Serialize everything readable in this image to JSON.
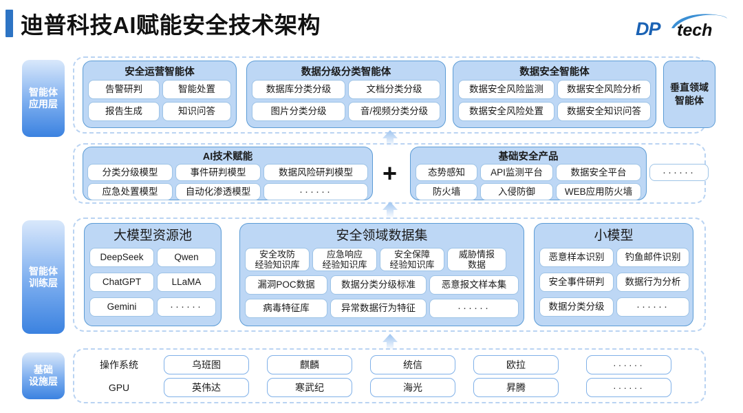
{
  "header": {
    "title": "迪普科技AI赋能安全技术架构",
    "logo_primary": "DP",
    "logo_secondary": "tech"
  },
  "colors": {
    "accent_bar": "#2d74c4",
    "panel_fill": "#bdd7f5",
    "panel_border": "#5b9bd5",
    "chip_border": "#9dc3e6",
    "dashed_border": "#b9d3f2",
    "tab_gradient_start": "#d9e8fb",
    "tab_gradient_end": "#3b82e0",
    "logo_blue": "#1a62b4"
  },
  "layers": [
    {
      "id": "application",
      "label": "智能体\n应用层"
    },
    {
      "id": "training",
      "label": "智能体\n训练层"
    },
    {
      "id": "infra",
      "label": "基础\n设施层"
    }
  ],
  "application_layer": {
    "groups": [
      {
        "title": "安全运营智能体",
        "items": [
          "告警研判",
          "智能处置",
          "报告生成",
          "知识问答"
        ]
      },
      {
        "title": "数据分级分类智能体",
        "items": [
          "数据库分类分级",
          "文档分类分级",
          "图片分类分级",
          "音/视频分类分级"
        ]
      },
      {
        "title": "数据安全智能体",
        "items": [
          "数据安全风险监测",
          "数据安全风险分析",
          "数据安全风险处置",
          "数据安全知识问答"
        ]
      }
    ],
    "vertical_box": "垂直领域\n智能体"
  },
  "tech_layer": {
    "plus": "+",
    "left_panel": {
      "title": "AI技术赋能",
      "items": [
        "分类分级模型",
        "事件研判模型",
        "数据风险研判模型",
        "应急处置模型",
        "自动化渗透模型",
        "······"
      ]
    },
    "right_panel": {
      "title": "基础安全产品",
      "items": [
        "态势感知",
        "API监测平台",
        "数据安全平台",
        "防火墙",
        "入侵防御",
        "WEB应用防火墙"
      ],
      "extra_item": "······"
    }
  },
  "training_layer": {
    "panels": [
      {
        "title": "大模型资源池",
        "items": [
          "DeepSeek",
          "Qwen",
          "ChatGPT",
          "LLaMA",
          "Gemini",
          "······"
        ]
      },
      {
        "title": "安全领域数据集",
        "row1": [
          "安全攻防\n经验知识库",
          "应急响应\n经验知识库",
          "安全保障\n经验知识库",
          "威胁情报\n数据"
        ],
        "row2": [
          "漏洞POC数据",
          "数据分类分级标准",
          "恶意报文样本集"
        ],
        "row3": [
          "病毒特征库",
          "异常数据行为特征",
          "······"
        ]
      },
      {
        "title": "小模型",
        "items": [
          "恶意样本识别",
          "钓鱼邮件识别",
          "安全事件研判",
          "数据行为分析",
          "数据分类分级",
          "······"
        ]
      }
    ]
  },
  "infra_layer": {
    "rows": [
      {
        "label": "操作系统",
        "items": [
          "乌班图",
          "麒麟",
          "统信",
          "欧拉",
          "······"
        ]
      },
      {
        "label": "GPU",
        "items": [
          "英伟达",
          "寒武纪",
          "海光",
          "昇腾",
          "······"
        ]
      }
    ]
  }
}
